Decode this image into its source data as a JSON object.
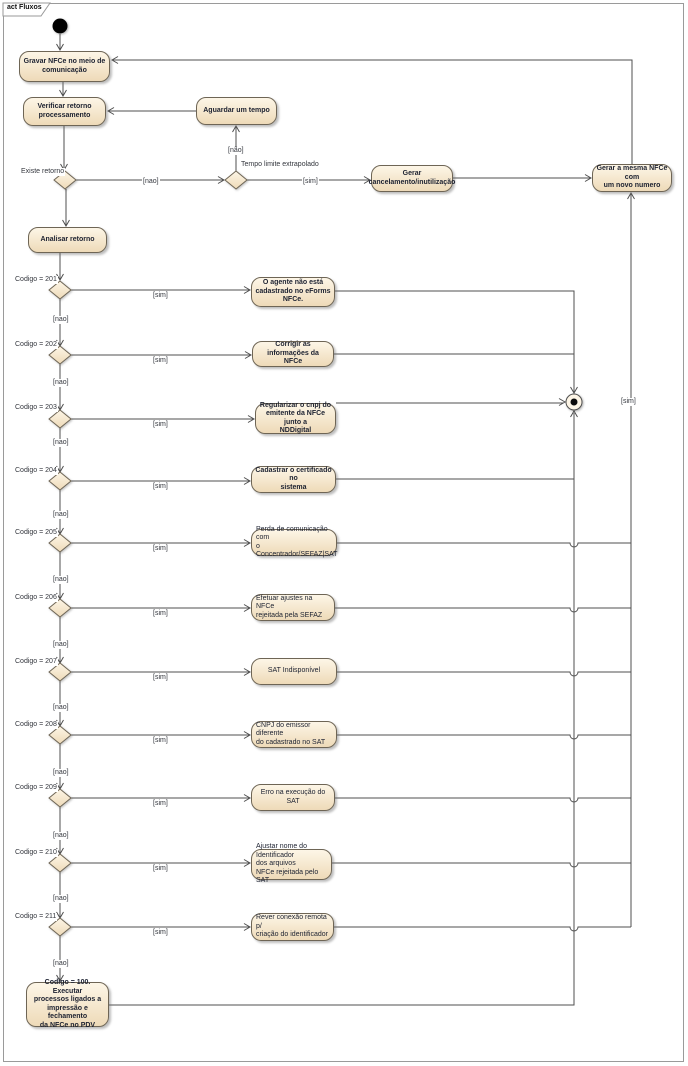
{
  "frame": {
    "title": "act Fluxos"
  },
  "colors": {
    "node_fill_top": "#FDF6E7",
    "node_fill_bottom": "#EEDAB8",
    "node_border": "#6e6555",
    "edge": "#4f4f4f"
  },
  "nodes": {
    "gravar": "Gravar NFCe no meio de\ncomunicação",
    "verificar": "Verificar retorno\nprocessamento",
    "aguardar": "Aguardar um tempo",
    "gerar_cancelamento": "Gerar\ncancelamento/inutilização",
    "gerar_mesma": "Gerar a mesma NFCe com\num novo numero",
    "analisar": "Analisar retorno"
  },
  "decisions": {
    "existe": "Existe retorno",
    "tempo": "Tempo limite extrapolado",
    "c201": "Codigo = 201",
    "c202": "Codigo = 202",
    "c203": "Codigo = 203",
    "c204": "Codigo = 204",
    "c205": "Codigo = 205",
    "c206": "Codigo = 206",
    "c207": "Codigo = 207",
    "c208": "Codigo = 208",
    "c209": "Codigo = 209",
    "c210": "Codigo = 210",
    "c211": "Codigo = 211"
  },
  "actions": {
    "a201": "O agente não está\ncadastrado no eForms\nNFCe.",
    "a202": "Corrigir as informações da\nNFCe",
    "a203": "Regularizar o cnpj do\nemitente da NFCe junto a\nNDDigital",
    "a204": "Cadastrar o certificado no\nsistema",
    "a205": "Perda de comunicação com\no Concentrador/SEFAZ|SAT",
    "a206": "Efetuar ajustes na NFCe\nrejeitada pela SEFAZ",
    "a207": "SAT Indisponível",
    "a208": "CNPJ do emissor diferente\ndo cadastrado no SAT",
    "a209": "Erro na execução do SAT",
    "a210": "Ajustar nome do Identificador\ndos arquivos\nNFCe rejeitada pelo SAT",
    "a211": "Rever conexão remota p/\ncriação do identificador",
    "a100": "Codigo = 100. Executar\nprocessos ligados a\nimpressão e fechamento\nda NFCe no PDV"
  },
  "guards": {
    "sim": "[sim]",
    "nao": "[nao]",
    "nao_tilde": "[não]"
  }
}
